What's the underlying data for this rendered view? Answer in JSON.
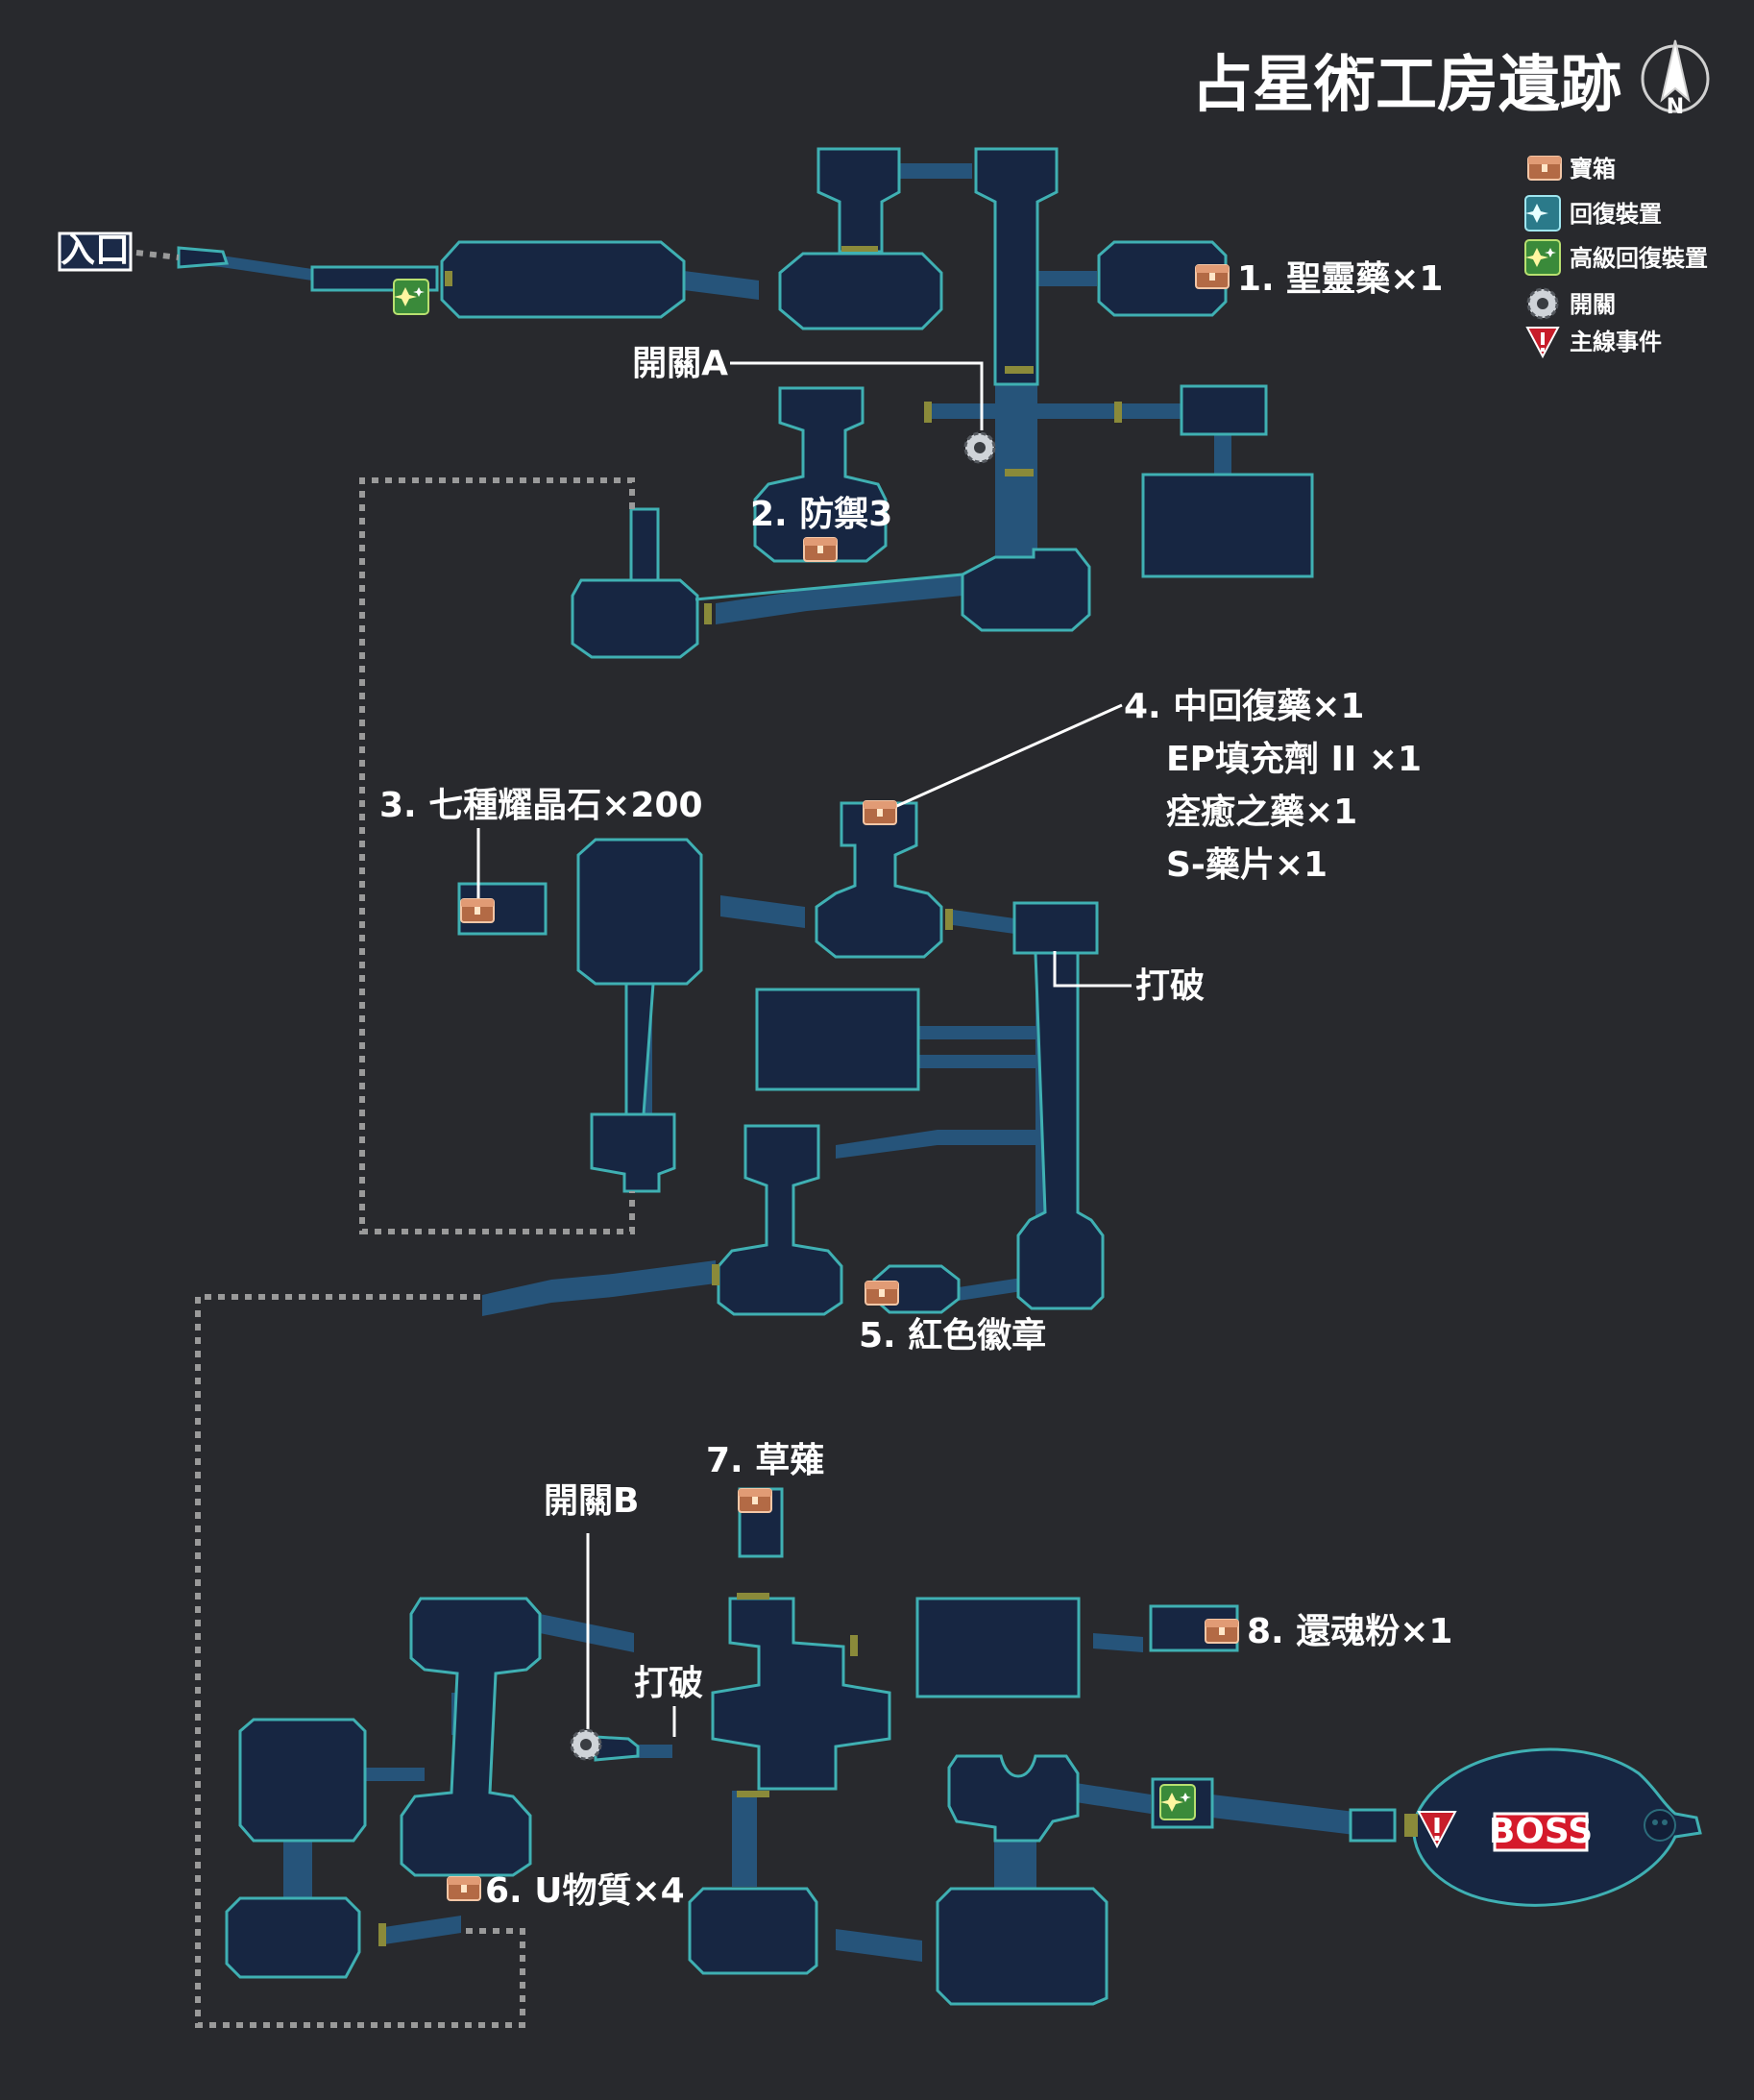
{
  "title": "占星術工房遺跡",
  "compass": {
    "letter": "N"
  },
  "legend": [
    {
      "icon": "chest-icon",
      "label": "寶箱"
    },
    {
      "icon": "recovery-device-icon",
      "label": "回復裝置"
    },
    {
      "icon": "advanced-recovery-device-icon",
      "label": "高級回復裝置"
    },
    {
      "icon": "switch-gear-icon",
      "label": "開關"
    },
    {
      "icon": "main-event-icon",
      "label": "主線事件"
    }
  ],
  "entrance": "入口",
  "boss": "BOSS",
  "markers": {
    "item1": "1. 聖靈藥×1",
    "item2": "2. 防禦3",
    "item3": "3. 七種耀晶石×200",
    "item4": [
      "4. 中回復藥×1",
      "EP填充劑 II ×1",
      "痊癒之藥×1",
      "S-藥片×1"
    ],
    "item5": "5. 紅色徽章",
    "item6": "6. U物質×4",
    "item7": "7. 草薙",
    "item8": "8. 還魂粉×1",
    "switchA": "開關A",
    "switchB": "開關B",
    "break1": "打破",
    "break2": "打破"
  },
  "colors": {
    "background": "#28292d",
    "room_fill": "#172642",
    "room_outline": "#3fb0b3",
    "corridor": "#26547a",
    "door": "#8a8a3a",
    "boss_label": "#d51a2b"
  }
}
